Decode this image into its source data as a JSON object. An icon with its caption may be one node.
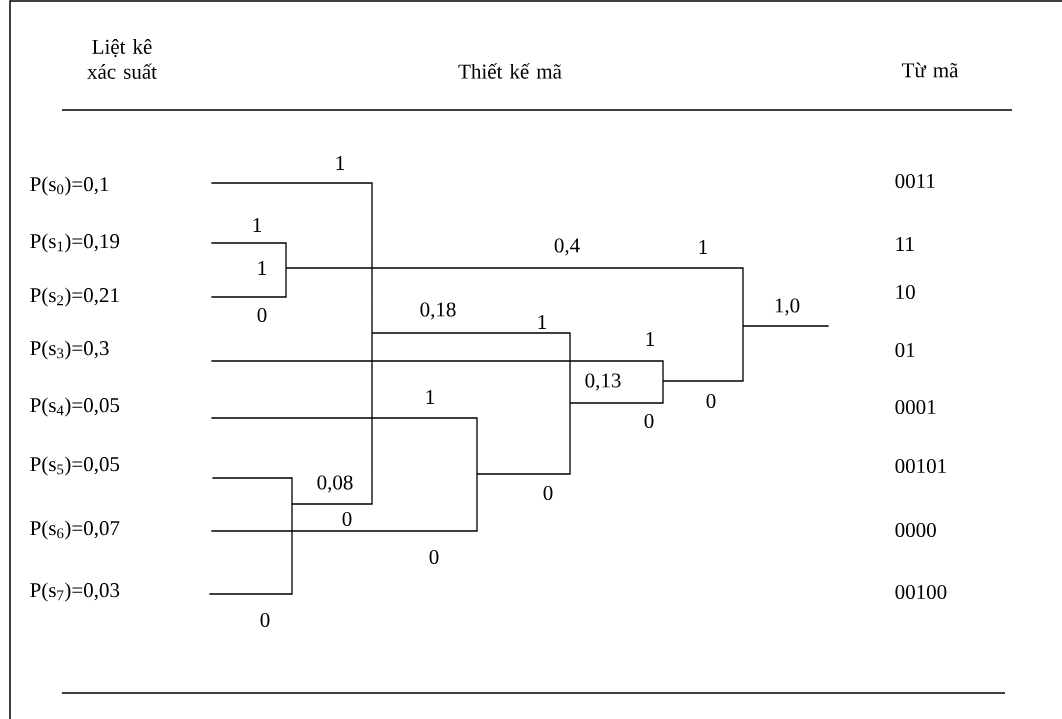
{
  "diagram": {
    "labels": [
      "Liệt kê xác suất",
      "Thiết kế mã",
      "Từ mã",
      "P(s$_{0}$)=0,1",
      "1",
      "0011",
      "1",
      "P(s$_{1}$)=0,19",
      "0,4",
      "1",
      "11",
      "1",
      "P(s$_{2}$)=0,21",
      "10",
      "0",
      "0,18",
      "1",
      "1,0",
      "P(s$_{3}$)=0,3",
      "1",
      "01",
      "0,13",
      "1",
      "0",
      "0",
      "P(s$_{4}$)=0,05",
      "0001",
      "P(s$_{5}$)=0,05",
      "0,08",
      "0",
      "00101",
      "0",
      "P(s$_{6}$)=0,07",
      "0000",
      "0",
      "P(s$_{7}$)=0,03",
      "00100",
      "0"
    ]
  }
}
